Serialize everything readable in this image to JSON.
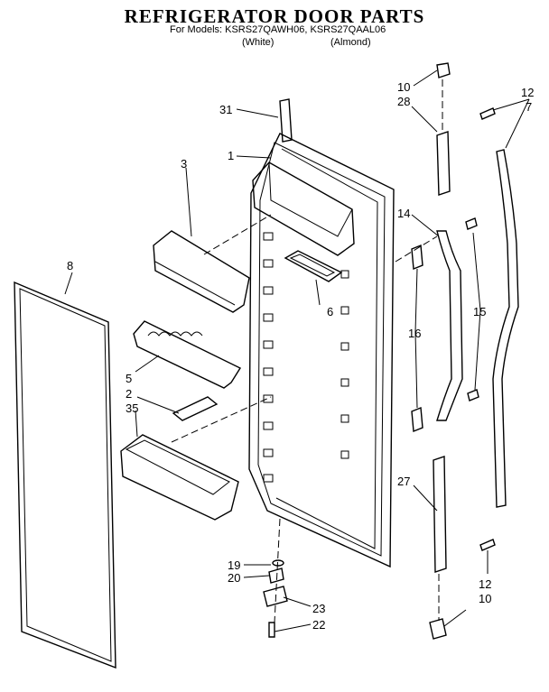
{
  "header": {
    "title": "REFRIGERATOR DOOR PARTS",
    "models_line": "For Models: KSRS27QAWH06, KSRS27QAAL06",
    "white_label": "(White)",
    "almond_label": "(Almond)"
  },
  "callouts": {
    "c31": "31",
    "c1": "1",
    "c3": "3",
    "c8": "8",
    "c6": "6",
    "c5": "5",
    "c2": "2",
    "c35": "35",
    "c10a": "10",
    "c28": "28",
    "c12a": "12",
    "c7": "7",
    "c14": "14",
    "c15": "15",
    "c16": "16",
    "c27": "27",
    "c19": "19",
    "c20": "20",
    "c23": "23",
    "c22": "22",
    "c12b": "12",
    "c10b": "10"
  }
}
